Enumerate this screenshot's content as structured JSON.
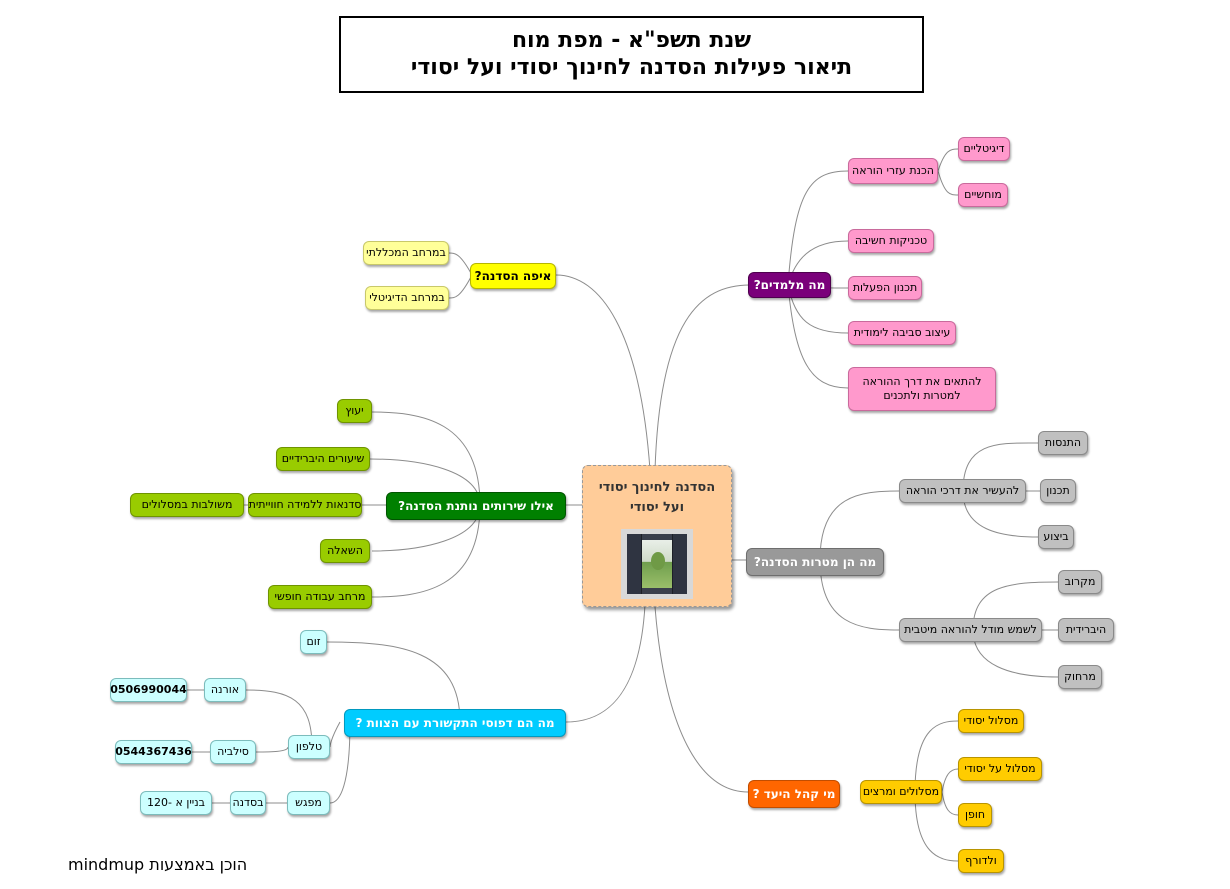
{
  "title": {
    "line1": "שנת תשפ\"א - מפת מוח",
    "line2": "תיאור פעילות הסדנה לחינוך יסודי ועל יסודי"
  },
  "center": {
    "line1": "הסדנה לחינוך יסודי",
    "line2": "ועל יסודי"
  },
  "footer": "הוכן באמצעות mindmup",
  "what_we_teach": {
    "label": "מה מלמדים?",
    "aids": {
      "label": "הכנת עזרי הוראה",
      "digital": "דיגיטליים",
      "tangible": "מוחשיים"
    },
    "thinking": "טכניקות חשיבה",
    "activity_planning": "תכנון הפעלות",
    "environment": "עיצוב סביבה לימודית",
    "adapt": "להתאים את דרך ההוראה למטרות ולתכנים"
  },
  "where": {
    "label": "איפה הסדנה?",
    "campus": "במרחב המכללתי",
    "digital": "במרחב הדיגיטלי"
  },
  "services": {
    "label": "אילו שירותים נותנת הסדנה?",
    "advice": "יעוץ",
    "hybrid_lessons": "שיעורים היברידיים",
    "experiential": "סדנאות ללמידה חווייתית",
    "integrated": "משולבות במסלולים",
    "loan": "השאלה",
    "free_space": "מרחב עבודה חופשי"
  },
  "goals": {
    "label": "מה הן מטרות הסדנה?",
    "enrich": {
      "label": "להעשיר את דרכי הוראה",
      "trial": "התנסות",
      "planning": "תכנון",
      "execution": "ביצוע"
    },
    "model": {
      "label": "לשמש מודל להוראה מיטבית",
      "close": "מקרוב",
      "hybrid": "היברידית",
      "far": "מרחוק"
    }
  },
  "communication": {
    "label": "מה הם דפוסי התקשורת עם הצוות ?",
    "zoom": "זום",
    "phone": {
      "label": "טלפון",
      "p1_name": "אורנה",
      "p1_num": "0506990044",
      "p2_name": "סילביה",
      "p2_num": "0544367436"
    },
    "meeting": {
      "label": "מפגש",
      "place": "בסדנה",
      "building": "בניין  א -120"
    }
  },
  "audience": {
    "label": "מי קהל היעד ?",
    "tracks": {
      "label": "מסלולים ומרצים",
      "elementary": "מסלול יסודי",
      "secondary": "מסלול על יסודי",
      "kindergarten": "חופן",
      "waldorf": "ולדורף"
    }
  }
}
